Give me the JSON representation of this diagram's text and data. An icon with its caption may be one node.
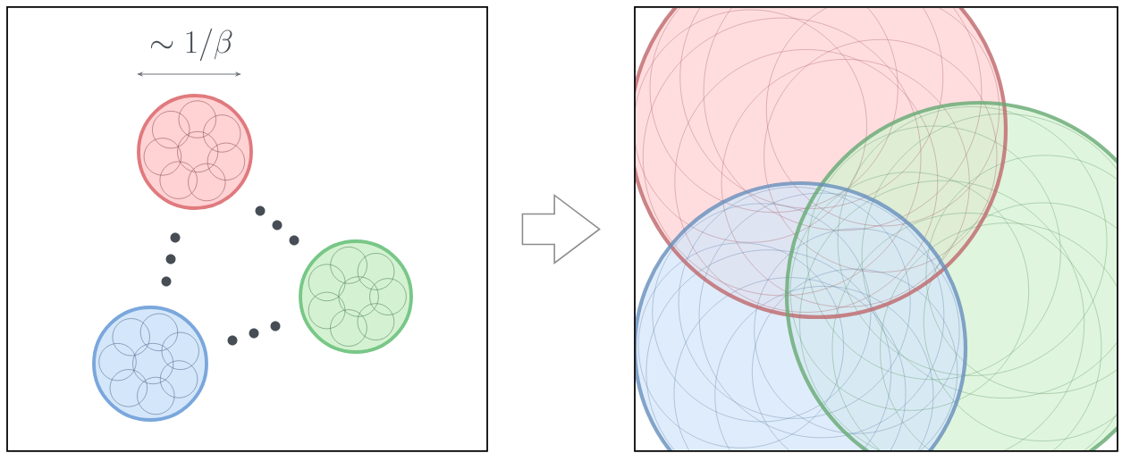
{
  "diagram": {
    "nodes": [
      {
        "text": [],
        "shape": "box"
      },
      {
        "text": [],
        "shape": "box"
      }
    ],
    "edges": [
      {
        "from": 0,
        "to": 1,
        "arrow": "to"
      }
    ],
    "labels": [
      "\\sim 1/\\beta"
    ]
  }
}
